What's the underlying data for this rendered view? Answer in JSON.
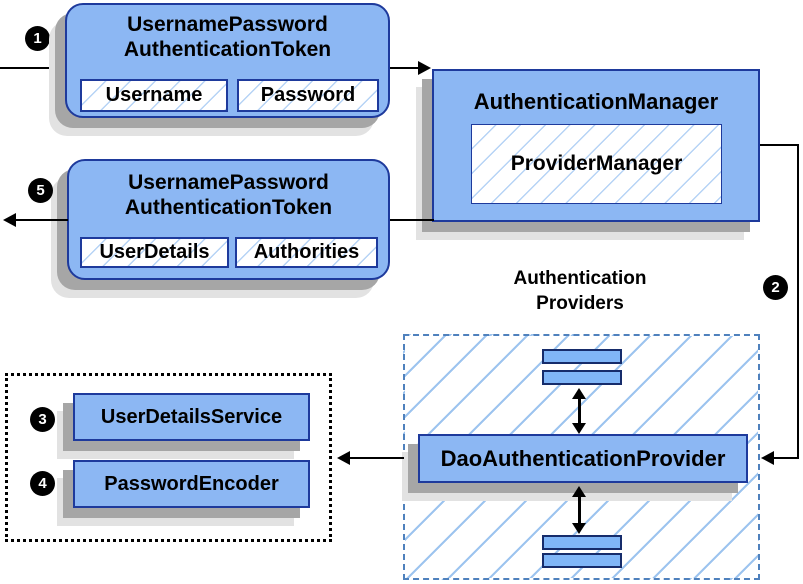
{
  "colors": {
    "node_fill": "#8cb7f3",
    "node_border": "#1e3a9c",
    "hatch_line": "#9dc4ef",
    "region_dashed_border": "#4f81bd",
    "shadow_dark": "#a6a6a6",
    "shadow_light": "#e2e2e2",
    "connector": "#000000"
  },
  "nodes": {
    "request_token": {
      "title_line1": "UsernamePassword",
      "title_line2": "AuthenticationToken",
      "field1": "Username",
      "field2": "Password"
    },
    "authentication_manager": {
      "title": "AuthenticationManager",
      "inner": "ProviderManager"
    },
    "result_token": {
      "title_line1": "UsernamePassword",
      "title_line2": "AuthenticationToken",
      "field1": "UserDetails",
      "field2": "Authorities"
    },
    "providers_region": {
      "label_line1": "Authentication",
      "label_line2": "Providers",
      "provider": "DaoAuthenticationProvider"
    },
    "user_details_service": "UserDetailsService",
    "password_encoder": "PasswordEncoder"
  },
  "steps": {
    "step1": "1",
    "step2": "2",
    "step3": "3",
    "step4": "4",
    "step5": "5"
  }
}
